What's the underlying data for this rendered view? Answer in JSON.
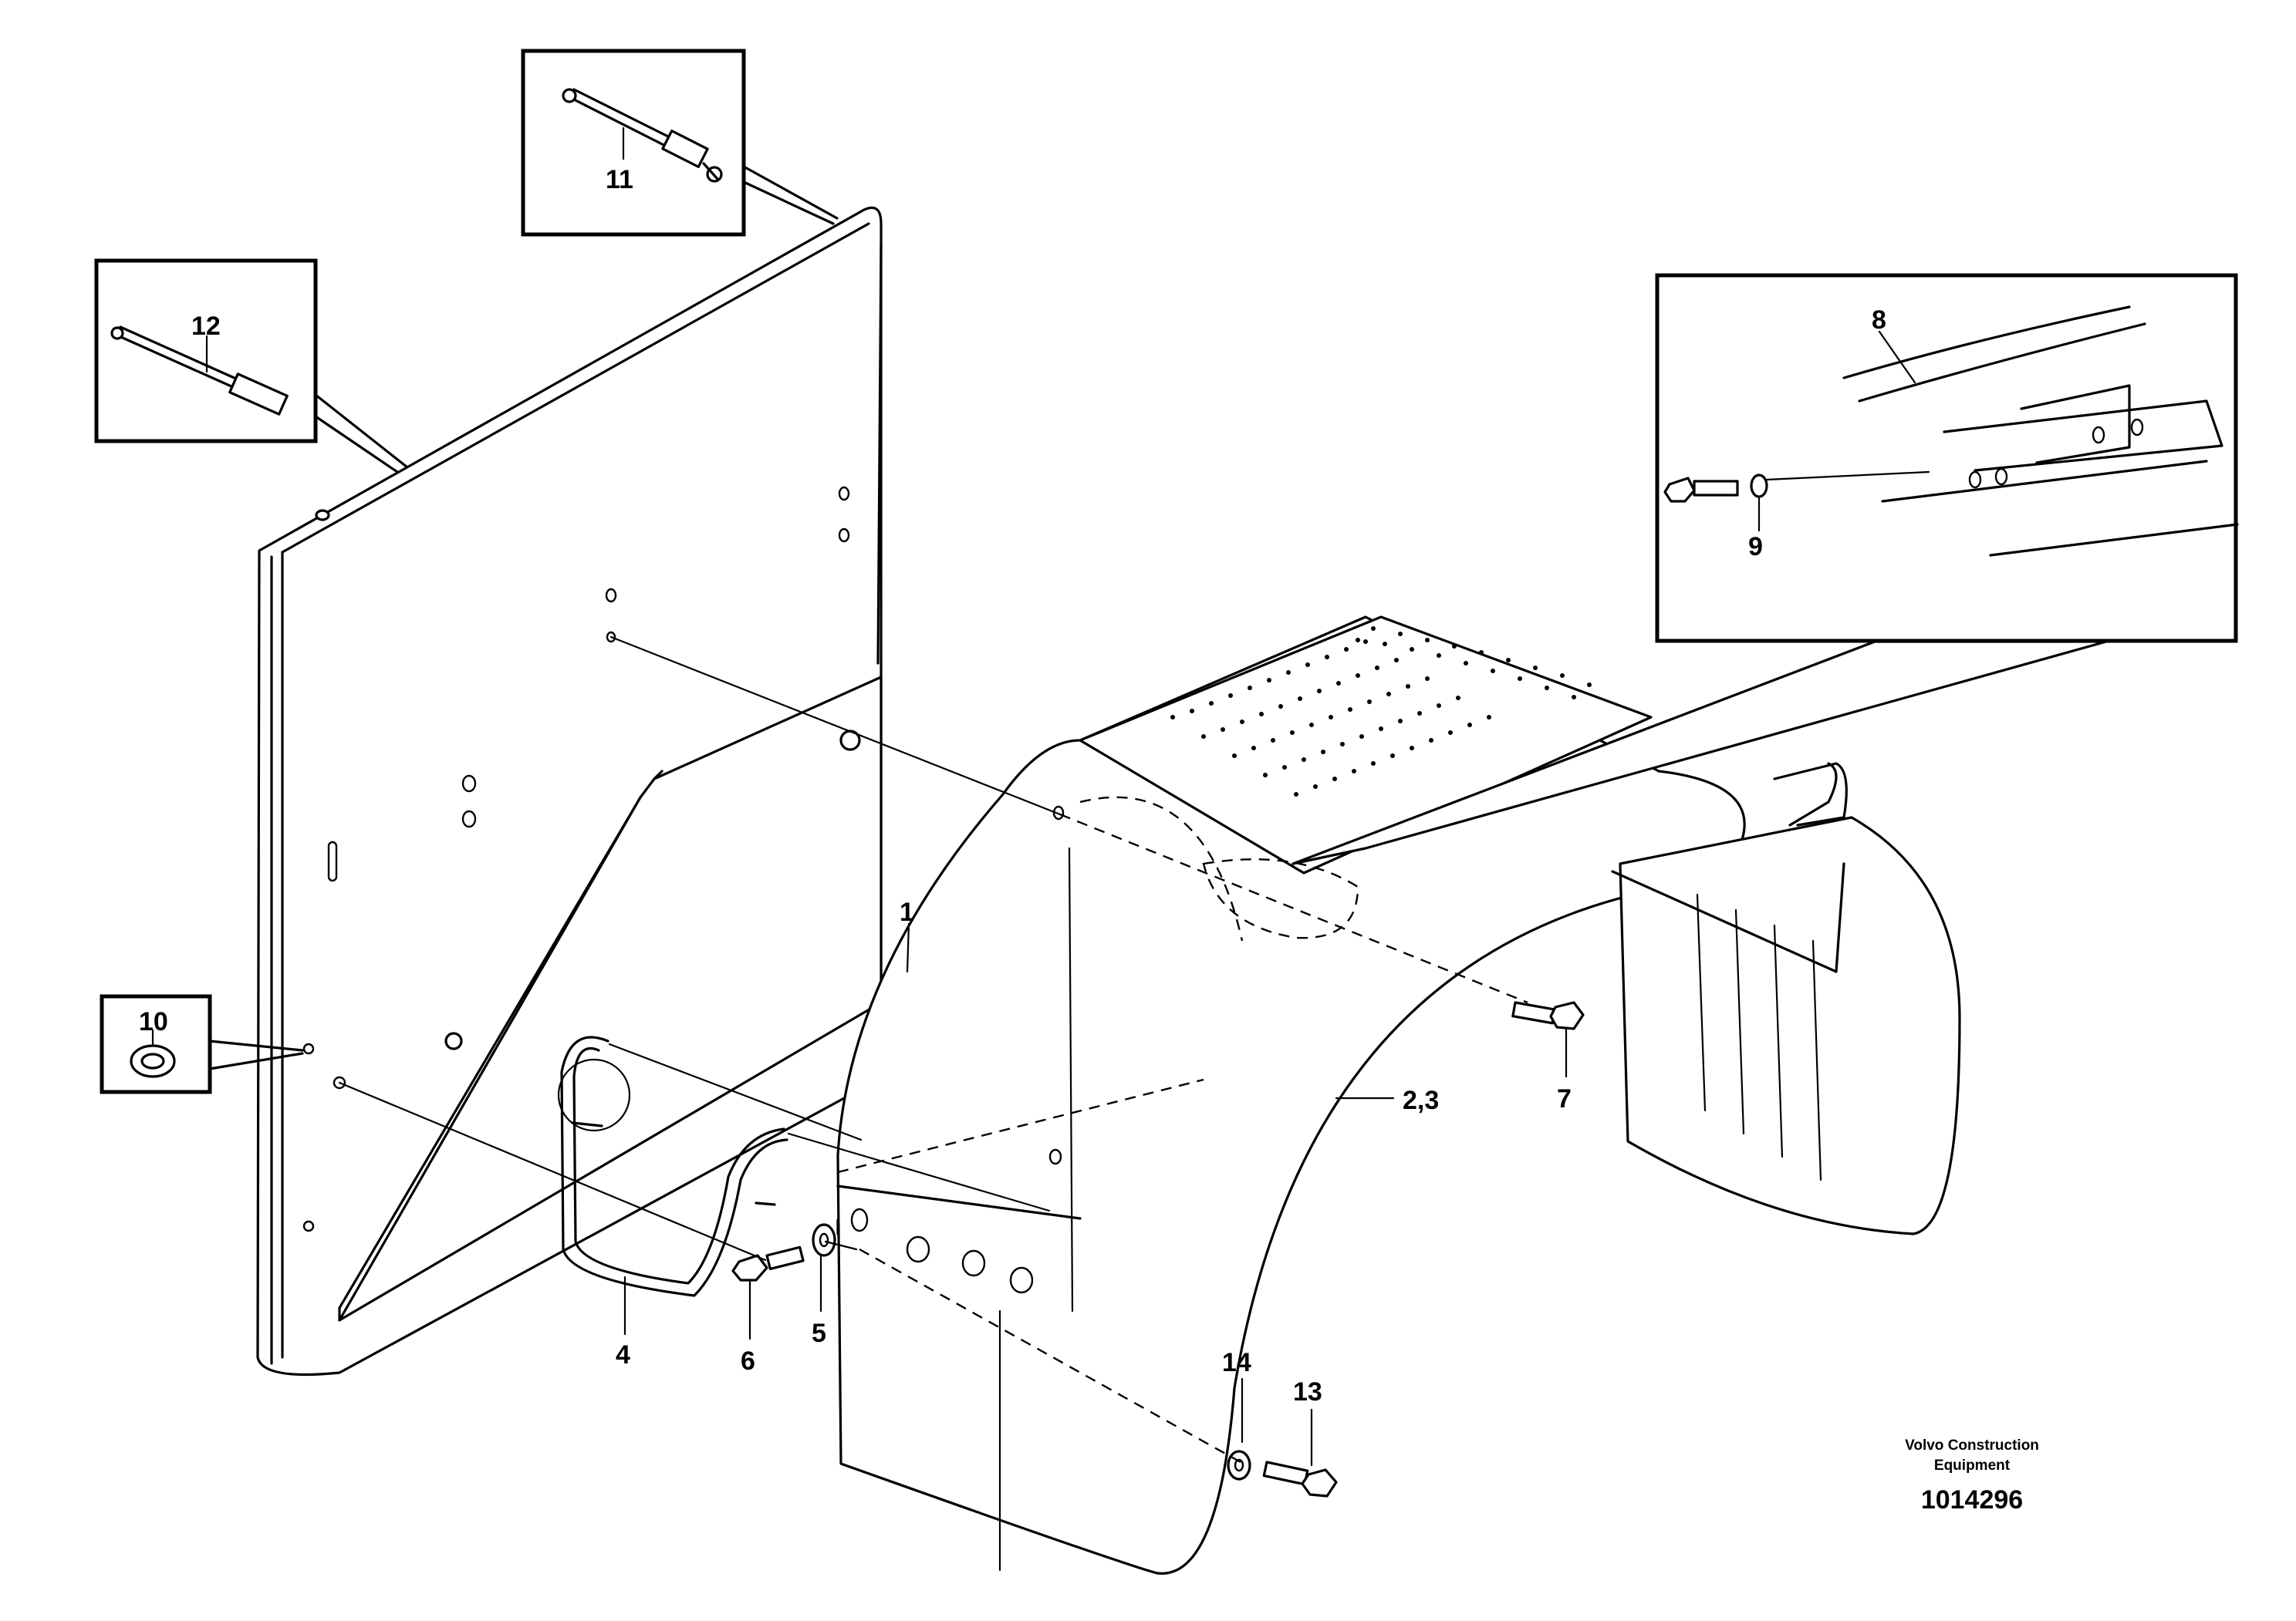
{
  "diagram": {
    "callouts": {
      "c1": "1",
      "c2_3": "2,3",
      "c4": "4",
      "c5": "5",
      "c6": "6",
      "c7": "7",
      "c8": "8",
      "c9": "9",
      "c10": "10",
      "c11": "11",
      "c12": "12",
      "c13": "13",
      "c14": "14"
    },
    "footer": {
      "brand_line1": "Volvo Construction",
      "brand_line2": "Equipment",
      "doc_number": "1014296"
    }
  }
}
